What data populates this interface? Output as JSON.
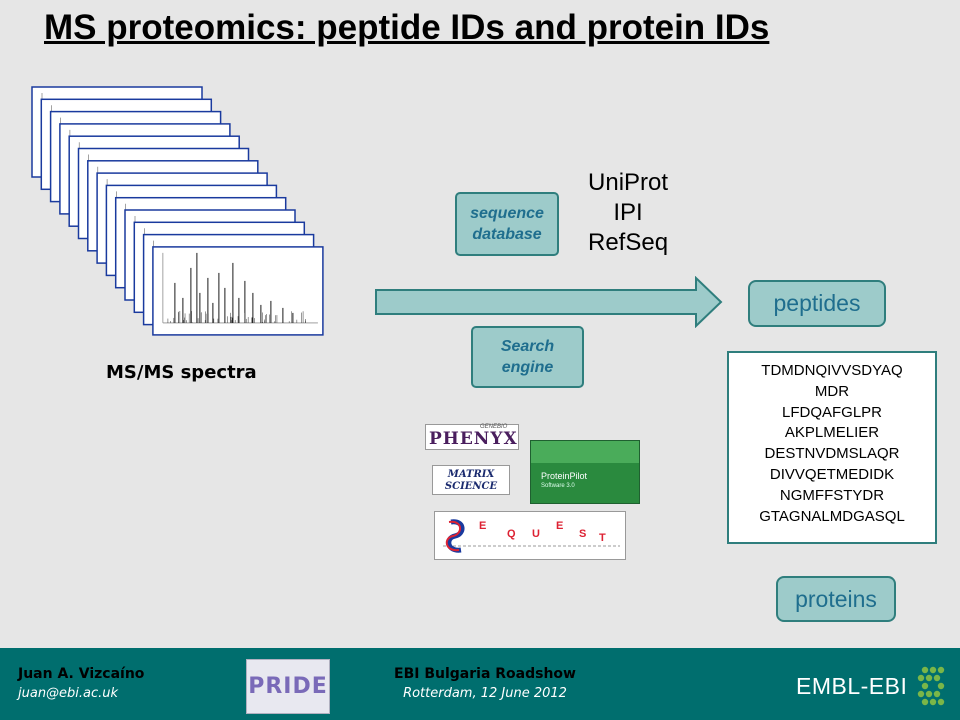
{
  "title": "MS proteomics: peptide IDs and protein IDs",
  "spectra": {
    "label": "MS/MS spectra",
    "stack_count": 14
  },
  "sequence_database": {
    "label_line1": "sequence",
    "label_line2": "database"
  },
  "databases": [
    "UniProt",
    "IPI",
    "RefSeq"
  ],
  "search_engine": {
    "label_line1": "Search",
    "label_line2": "engine"
  },
  "peptides_label": "peptides",
  "peptide_sequences": [
    "TDMDNQIVVSDYAQ",
    "MDR",
    "LFDQAFGLPR",
    "AKPLMELIER",
    "DESTNVDMSLAQR",
    "DIVVQETMEDIDK",
    "NGMFFSTYDR",
    "GTAGNALMDGASQL"
  ],
  "proteins_label": "proteins",
  "engine_logos": {
    "phenyx": {
      "text": "PHENYX",
      "small": "GENEBIO"
    },
    "matrix_science": {
      "line1": "MATRIX",
      "line2": "SCIENCE"
    },
    "protein_pilot": {
      "text": "ProteinPilot",
      "sub": "Software 3.0"
    },
    "sequest": {
      "letters": [
        "E",
        "Q",
        "U",
        "E",
        "S",
        "T"
      ]
    }
  },
  "footer": {
    "author": "Juan A. Vizcaíno",
    "email": "juan@ebi.ac.uk",
    "event": "EBI Bulgaria Roadshow",
    "date": "Rotterdam, 12 June 2012",
    "pride_logo_text": "PRIDE",
    "embl_logo_text": "EMBL-EBI"
  },
  "colors": {
    "accent_fill": "#9dcbca",
    "accent_border": "#2f7e7d",
    "accent_text": "#1f6e8e",
    "footer_bg": "#006e6e"
  }
}
